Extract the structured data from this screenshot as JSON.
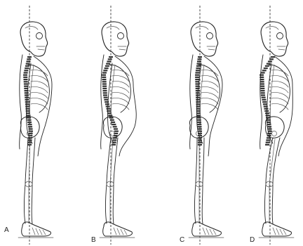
{
  "figure": {
    "panels": [
      {
        "id": "a",
        "label": "A",
        "posture": "ideal"
      },
      {
        "id": "b",
        "label": "B",
        "posture": "kyphosis-lordosis"
      },
      {
        "id": "c",
        "label": "C",
        "posture": "flat-back"
      },
      {
        "id": "d",
        "label": "D",
        "posture": "sway-back"
      }
    ]
  }
}
